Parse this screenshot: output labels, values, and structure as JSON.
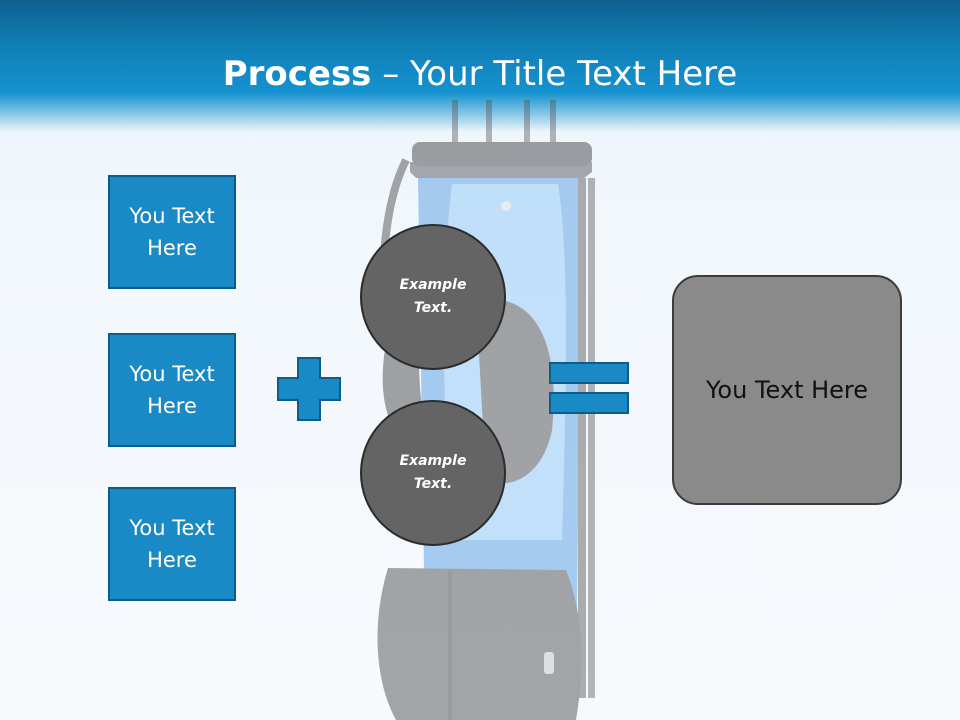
{
  "header": {
    "title_strong": "Process",
    "title_rest": " – Your Title Text Here"
  },
  "inputs": [
    {
      "label": "You Text Here"
    },
    {
      "label": "You Text Here"
    },
    {
      "label": "You Text Here"
    }
  ],
  "operators": {
    "plus": "plus-icon",
    "equals": "equals-icon"
  },
  "circles": [
    {
      "label": "Example Text."
    },
    {
      "label": "Example Text."
    }
  ],
  "result": {
    "label": "You Text Here"
  },
  "colors": {
    "header_blue": "#1492cf",
    "box_blue": "#1a8ac6",
    "circle_gray": "#646464",
    "result_gray": "#8a8a8a"
  }
}
